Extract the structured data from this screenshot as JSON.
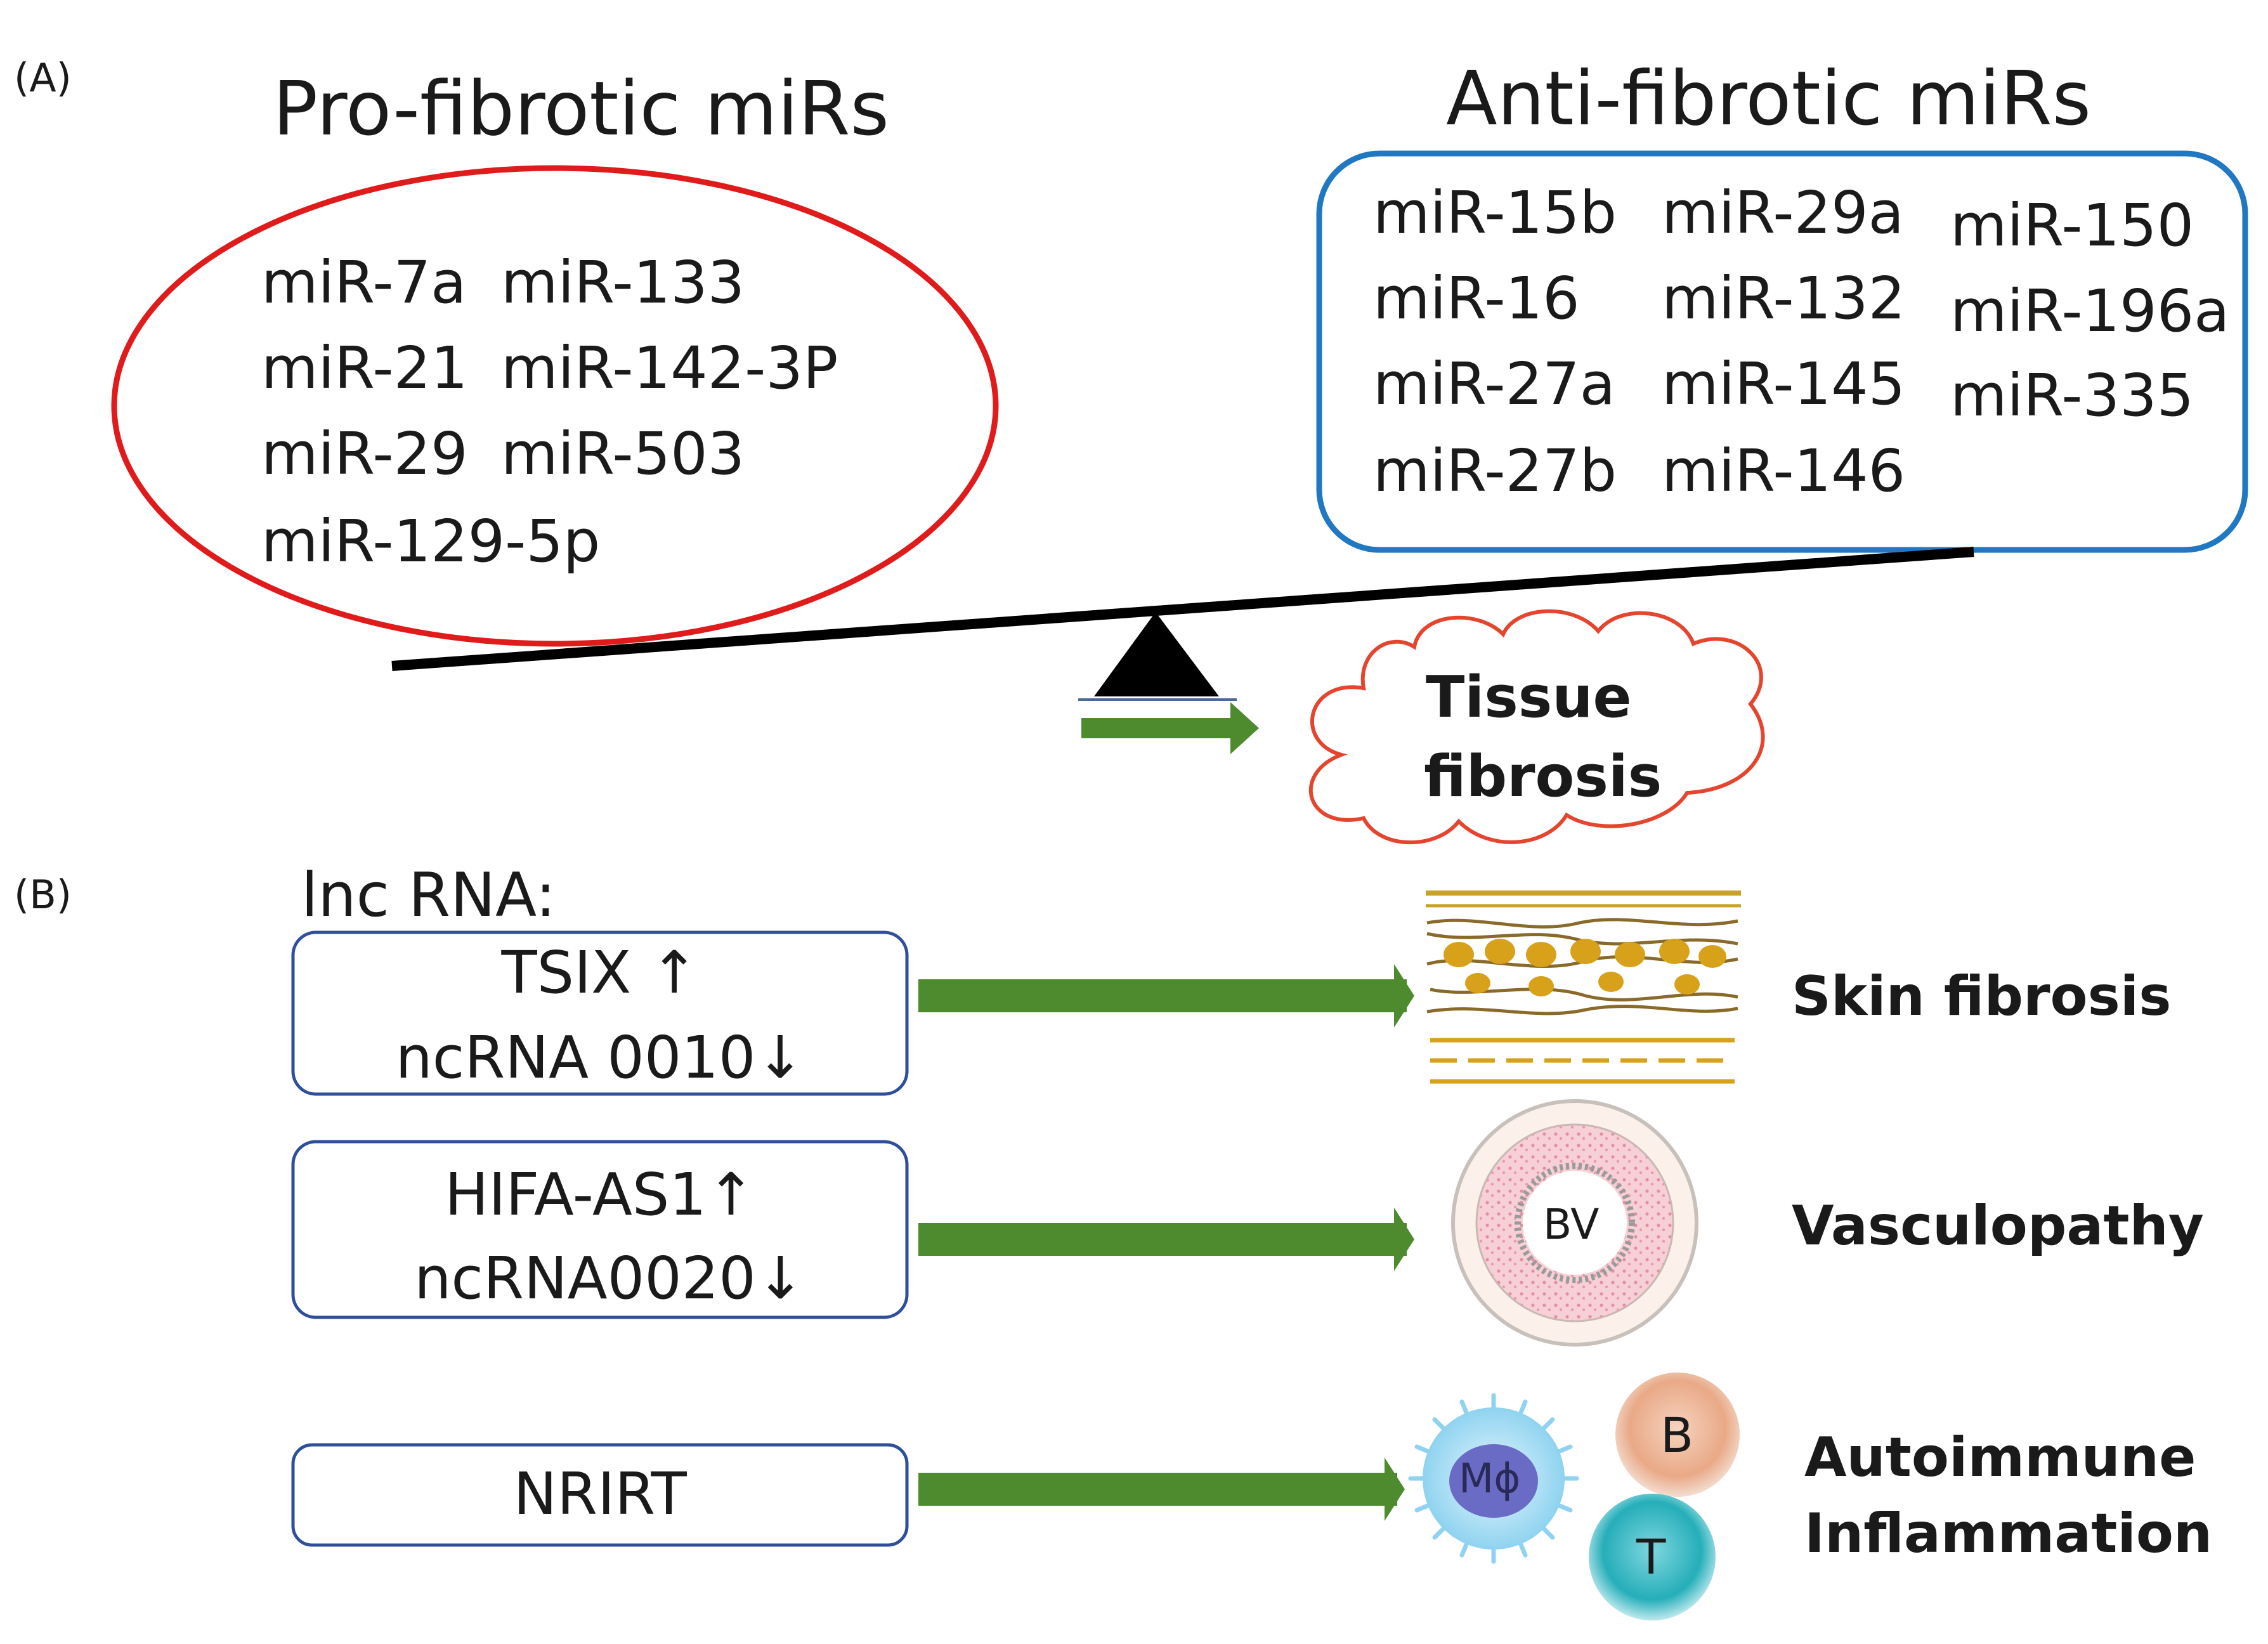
{
  "panel_a": {
    "label": "(A)",
    "pro_title": "Pro-fibrotic miRs",
    "anti_title": "Anti-fibrotic miRs",
    "pro_mirs": [
      "miR-7a",
      "miR-133",
      "miR-21",
      "miR-142-3P",
      "miR-29",
      "miR-503",
      "miR-129-5p"
    ],
    "anti_mirs": [
      "miR-15b",
      "miR-29a",
      "miR-150",
      "miR-16",
      "miR-132",
      "miR-196a",
      "miR-27a",
      "miR-145",
      "miR-335",
      "miR-27b",
      "miR-146"
    ],
    "outcome_line1": "Tissue",
    "outcome_line2": "fibrosis"
  },
  "panel_b": {
    "label": "(B)",
    "lnc_title": "lnc RNA:",
    "rows": [
      {
        "line1": "TSIX ↑",
        "line2": "ncRNA 0010↓",
        "outcome": "Skin fibrosis"
      },
      {
        "line1": "HIFA-AS1↑",
        "line2": "ncRNA0020↓",
        "outcome": "Vasculopathy"
      },
      {
        "line1": "NRIRT",
        "outcome_line1": "Autoimmune",
        "outcome_line2": "Inflammation"
      }
    ],
    "vessel_label": "BV",
    "cell_macrophage": "Mϕ",
    "cell_b": "B",
    "cell_t": "T"
  },
  "colors": {
    "pro_ellipse": "#e01b1b",
    "anti_box": "#1f78c1",
    "arrow": "#4e8a2e",
    "lnc_box": "#2f4f9a",
    "cloud": "#e5452e",
    "fulcrum": "#000000"
  }
}
